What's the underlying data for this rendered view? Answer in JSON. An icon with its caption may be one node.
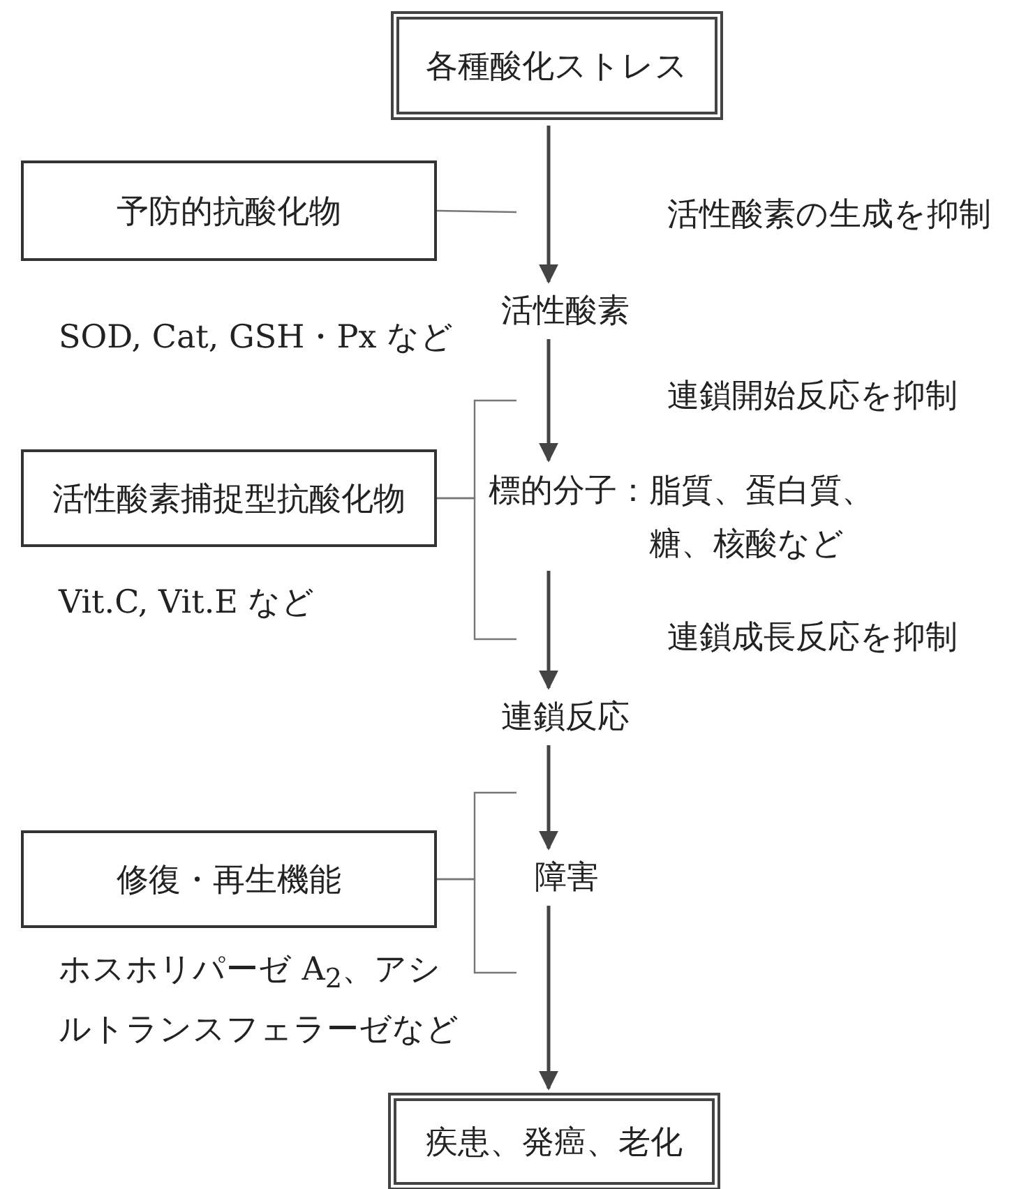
{
  "diagram": {
    "nodes": [
      {
        "text": [
          "各種酸化ストレス"
        ]
      },
      {
        "text": [
          "予防的抗酸化物"
        ],
        "beside": [
          "SOD, Cat, GSH・Px など"
        ]
      },
      {
        "text": [
          "活性酸素"
        ]
      },
      {
        "text": [
          "活性酸素捕捉型抗酸化物"
        ],
        "beside": [
          "Vit.C, Vit.E など"
        ]
      },
      {
        "text": [
          "標的分子：脂質、蛋白質、糖、核酸など"
        ]
      },
      {
        "text": [
          "連鎖反応"
        ]
      },
      {
        "text": [
          "修復・再生機能"
        ],
        "beside": [
          "ホスホリパーゼ A$_{2}$、アシルトランスフェラーゼなど"
        ]
      },
      {
        "text": [
          "障害"
        ]
      },
      {
        "text": [
          "疾患、発癌、老化"
        ]
      }
    ],
    "edges": [
      {
        "from": 0,
        "to": 2,
        "arrow": "to",
        "label": "活性酸素の生成を抑制"
      },
      {
        "from": 2,
        "to": 4,
        "arrow": "to",
        "label": "連鎖開始反応を抑制"
      },
      {
        "from": 4,
        "to": 5,
        "arrow": "to",
        "label": "連鎖成長反応を抑制"
      },
      {
        "from": 5,
        "to": 7,
        "arrow": "to"
      },
      {
        "from": 7,
        "to": 8,
        "arrow": "to"
      },
      {
        "from": 1,
        "to": null,
        "arrow": "none"
      },
      {
        "from": 3,
        "to": null,
        "arrow": "none"
      },
      {
        "from": 3,
        "to": null,
        "arrow": "none"
      },
      {
        "from": 6,
        "to": null,
        "arrow": "none"
      },
      {
        "from": 6,
        "to": null,
        "arrow": "none"
      }
    ]
  }
}
